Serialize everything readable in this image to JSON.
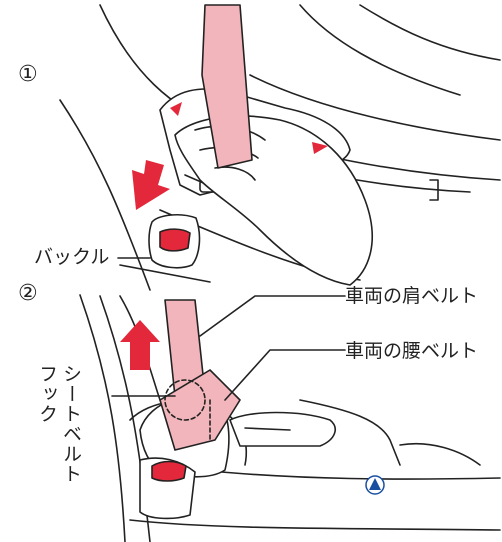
{
  "steps": {
    "one": "①",
    "two": "②"
  },
  "labels": {
    "buckle": "バックル",
    "shoulder_belt": "車両の肩ベルト",
    "lap_belt": "車両の腰ベルト",
    "hook_line1": "シートベルト",
    "hook_line2": "フック"
  },
  "colors": {
    "belt_pink": "#f1b5bb",
    "accent_red": "#e2283a",
    "line": "#222222",
    "blue": "#1a4fa0"
  },
  "icons": [
    "arrow-down-icon",
    "arrow-up-icon",
    "warning-triangle-icon"
  ]
}
